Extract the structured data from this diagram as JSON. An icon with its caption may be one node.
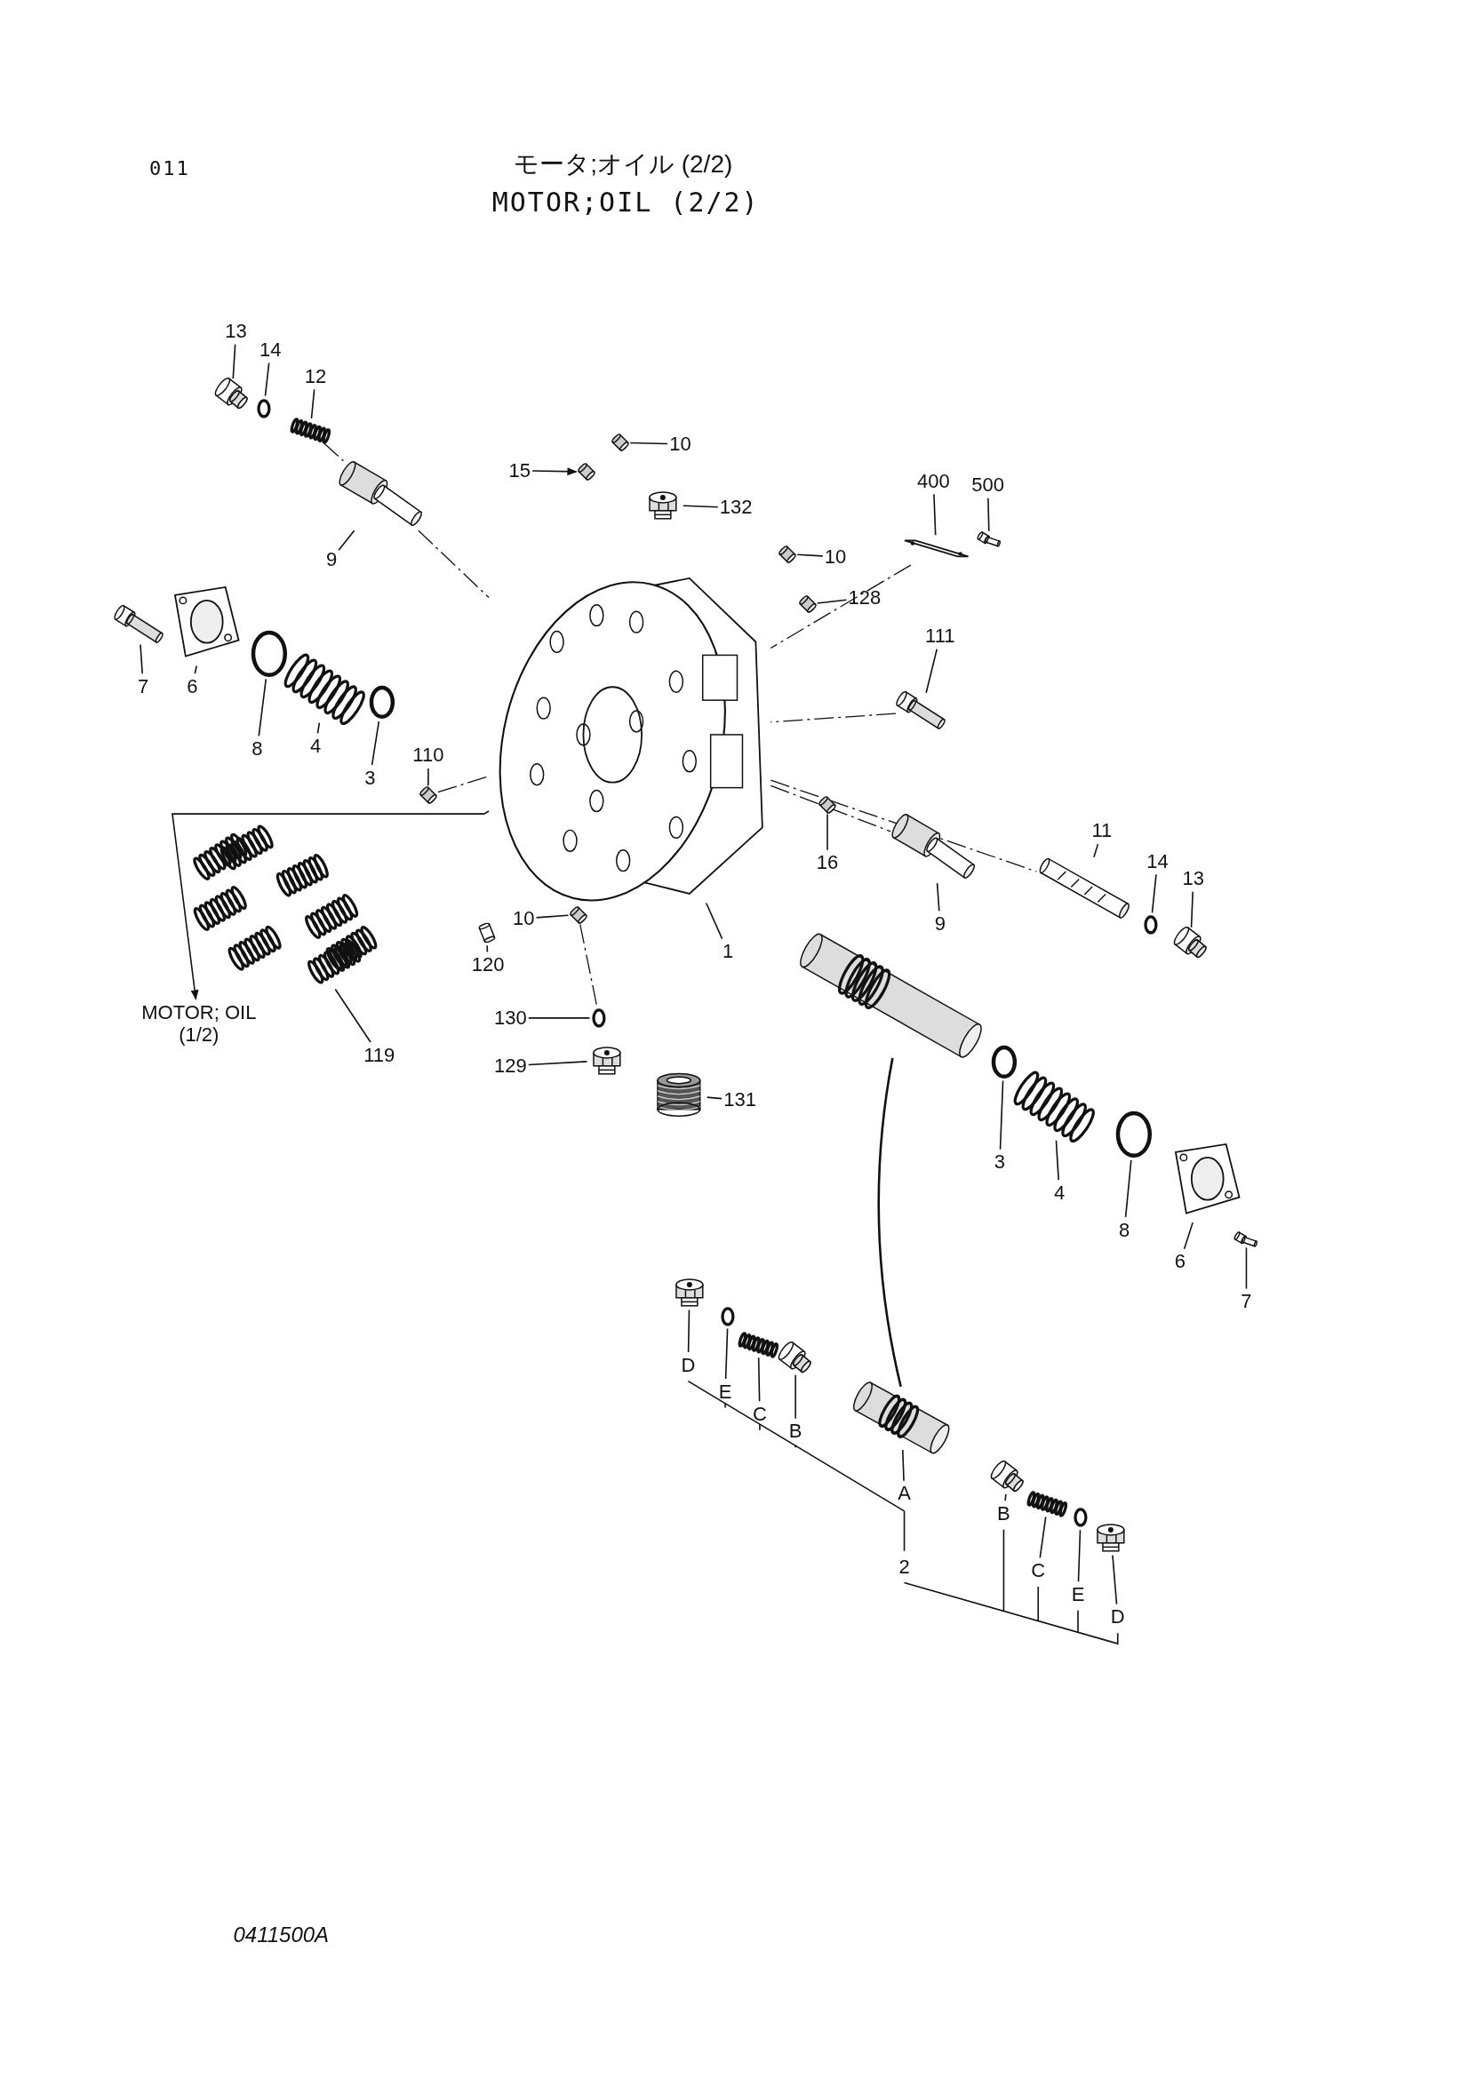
{
  "diagram": {
    "title": "モータ;オイル (2/2)",
    "nodes": [
      {
        "text": [
          "13"
        ]
      },
      {
        "text": [],
        "shape": "picture"
      },
      {
        "text": [
          "14"
        ]
      },
      {
        "text": [],
        "shape": "circle"
      },
      {
        "text": [
          "12"
        ]
      },
      {
        "text": [],
        "shape": "picture"
      },
      {
        "text": [
          "15"
        ]
      },
      {
        "text": [],
        "shape": "picture"
      },
      {
        "text": [
          "10"
        ]
      },
      {
        "text": [],
        "shape": "picture"
      },
      {
        "text": [
          "132"
        ]
      },
      {
        "text": [],
        "shape": "picture"
      },
      {
        "text": [
          "400"
        ]
      },
      {
        "text": [],
        "shape": "picture"
      },
      {
        "text": [
          "500"
        ]
      },
      {
        "text": [],
        "shape": "picture"
      },
      {
        "text": [
          "9"
        ]
      },
      {
        "text": [],
        "shape": "picture"
      },
      {
        "text": [
          "10"
        ]
      },
      {
        "text": [],
        "shape": "picture"
      },
      {
        "text": [
          "128"
        ]
      },
      {
        "text": [],
        "shape": "picture"
      },
      {
        "text": [
          "111"
        ]
      },
      {
        "text": [],
        "shape": "picture"
      },
      {
        "text": [
          "7"
        ]
      },
      {
        "text": [],
        "shape": "picture"
      },
      {
        "text": [
          "6"
        ]
      },
      {
        "text": [],
        "shape": "picture"
      },
      {
        "text": [
          "8"
        ]
      },
      {
        "text": [],
        "shape": "circle"
      },
      {
        "text": [
          "4"
        ]
      },
      {
        "text": [],
        "shape": "picture"
      },
      {
        "text": [
          "3"
        ]
      },
      {
        "text": [],
        "shape": "circle"
      },
      {
        "text": [
          "110"
        ]
      },
      {
        "text": [],
        "shape": "picture"
      },
      {
        "text": [
          "1"
        ]
      },
      {
        "text": [],
        "shape": "picture"
      },
      {
        "text": [
          "16"
        ]
      },
      {
        "text": [],
        "shape": "picture"
      },
      {
        "text": [
          "9"
        ]
      },
      {
        "text": [],
        "shape": "picture"
      },
      {
        "text": [
          "11"
        ]
      },
      {
        "text": [],
        "shape": "picture"
      },
      {
        "text": [
          "14"
        ]
      },
      {
        "text": [],
        "shape": "circle"
      },
      {
        "text": [
          "13"
        ]
      },
      {
        "text": [],
        "shape": "picture"
      },
      {
        "text": [
          "10"
        ]
      },
      {
        "text": [],
        "shape": "picture"
      },
      {
        "text": [
          "120"
        ]
      },
      {
        "text": [],
        "shape": "picture"
      },
      {
        "text": [
          "MOTOR; OIL (1/2)"
        ]
      },
      {
        "text": [
          "119"
        ]
      },
      {
        "text": [],
        "shape": "picture"
      },
      {
        "text": [
          "130"
        ]
      },
      {
        "text": [],
        "shape": "circle"
      },
      {
        "text": [
          "129"
        ]
      },
      {
        "text": [],
        "shape": "picture"
      },
      {
        "text": [
          "131"
        ]
      },
      {
        "text": [],
        "shape": "picture"
      },
      {
        "text": [],
        "shape": "picture"
      },
      {
        "text": [
          "3"
        ]
      },
      {
        "text": [],
        "shape": "circle"
      },
      {
        "text": [
          "4"
        ]
      },
      {
        "text": [],
        "shape": "picture"
      },
      {
        "text": [
          "8"
        ]
      },
      {
        "text": [],
        "shape": "circle"
      },
      {
        "text": [
          "6"
        ]
      },
      {
        "text": [],
        "shape": "picture"
      },
      {
        "text": [
          "7"
        ]
      },
      {
        "text": [],
        "shape": "picture"
      },
      {
        "text": [],
        "shape": "picture"
      },
      {
        "text": [],
        "shape": "circle"
      },
      {
        "text": [],
        "shape": "picture"
      },
      {
        "text": [],
        "shape": "picture"
      },
      {
        "text": [],
        "shape": "picture"
      },
      {
        "text": [],
        "shape": "picture"
      },
      {
        "text": [],
        "shape": "picture"
      },
      {
        "text": [],
        "shape": "circle"
      },
      {
        "text": [],
        "shape": "picture"
      },
      {
        "text": [
          "D"
        ]
      },
      {
        "text": [
          "E"
        ]
      },
      {
        "text": [
          "C"
        ]
      },
      {
        "text": [
          "B"
        ]
      },
      {
        "text": [
          "A"
        ]
      },
      {
        "text": [
          "B"
        ]
      },
      {
        "text": [
          "C"
        ]
      },
      {
        "text": [
          "E"
        ]
      },
      {
        "text": [
          "D"
        ]
      }
    ],
    "edges": [
      {
        "from": 0,
        "to": 1,
        "arrow": "none"
      },
      {
        "from": 2,
        "to": 3,
        "arrow": "none"
      },
      {
        "from": 4,
        "to": 5,
        "arrow": "none"
      },
      {
        "from": 6,
        "to": 7,
        "arrow": "to"
      },
      {
        "from": 8,
        "to": 9,
        "arrow": "none"
      },
      {
        "from": 10,
        "to": 11,
        "arrow": "none"
      },
      {
        "from": 12,
        "to": 13,
        "arrow": "none"
      },
      {
        "from": 14,
        "to": 15,
        "arrow": "none"
      },
      {
        "from": 16,
        "to": 17,
        "arrow": "none"
      },
      {
        "from": 18,
        "to": 19,
        "arrow": "none"
      },
      {
        "from": 20,
        "to": 21,
        "arrow": "none"
      },
      {
        "from": 22,
        "to": 23,
        "arrow": "none"
      },
      {
        "from": 24,
        "to": 25,
        "arrow": "none"
      },
      {
        "from": 26,
        "to": 27,
        "arrow": "none"
      },
      {
        "from": 28,
        "to": 29,
        "arrow": "none"
      },
      {
        "from": 30,
        "to": 31,
        "arrow": "none"
      },
      {
        "from": 32,
        "to": 33,
        "arrow": "none"
      },
      {
        "from": 34,
        "to": 35,
        "arrow": "none"
      },
      {
        "from": 36,
        "to": 37,
        "arrow": "none"
      },
      {
        "from": 38,
        "to": 39,
        "arrow": "none"
      },
      {
        "from": 40,
        "to": 41,
        "arrow": "none"
      },
      {
        "from": 42,
        "to": 43,
        "arrow": "none"
      },
      {
        "from": 44,
        "to": 45,
        "arrow": "none"
      },
      {
        "from": 46,
        "to": 47,
        "arrow": "none"
      },
      {
        "from": 48,
        "to": 49,
        "arrow": "none"
      },
      {
        "from": 50,
        "to": 51,
        "arrow": "none"
      },
      {
        "from": 37,
        "to": 52,
        "arrow": "to"
      },
      {
        "from": 53,
        "to": 54,
        "arrow": "none"
      },
      {
        "from": 55,
        "to": 56,
        "arrow": "none"
      },
      {
        "from": 57,
        "to": 58,
        "arrow": "none"
      },
      {
        "from": 59,
        "to": 60,
        "arrow": "none"
      },
      {
        "from": 62,
        "to": 63,
        "arrow": "none"
      },
      {
        "from": 64,
        "to": 65,
        "arrow": "none"
      },
      {
        "from": 66,
        "to": 67,
        "arrow": "none"
      },
      {
        "from": 68,
        "to": 69,
        "arrow": "none"
      },
      {
        "from": 70,
        "to": 71,
        "arrow": "none"
      },
      {
        "from": 61,
        "to": 76,
        "arrow": "none"
      },
      {
        "from": 81,
        "to": 72,
        "arrow": "none"
      },
      {
        "from": 82,
        "to": 73,
        "arrow": "none"
      },
      {
        "from": 83,
        "to": 74,
        "arrow": "none"
      },
      {
        "from": 84,
        "to": 75,
        "arrow": "none"
      },
      {
        "from": 85,
        "to": 76,
        "arrow": "none"
      },
      {
        "from": 86,
        "to": 77,
        "arrow": "none"
      },
      {
        "from": 87,
        "to": 78,
        "arrow": "none"
      },
      {
        "from": 88,
        "to": 79,
        "arrow": "none"
      },
      {
        "from": 89,
        "to": 80,
        "arrow": "none"
      },
      {
        "from": 5,
        "to": 17,
        "arrow": "none",
        "style": "dashed"
      },
      {
        "from": 17,
        "to": 37,
        "arrow": "none",
        "style": "dashed"
      },
      {
        "from": 13,
        "to": 37,
        "arrow": "none",
        "style": "dashed"
      },
      {
        "from": 23,
        "to": 37,
        "arrow": "none",
        "style": "dashed"
      },
      {
        "from": 37,
        "to": 43,
        "arrow": "none",
        "style": "dashed"
      },
      {
        "from": 37,
        "to": 41,
        "arrow": "none",
        "style": "dashed"
      },
      {
        "from": 35,
        "to": 37,
        "arrow": "none",
        "style": "dashed"
      },
      {
        "from": 49,
        "to": 56,
        "arrow": "none",
        "style": "dashed"
      }
    ],
    "labels": [
      "011",
      "MOTOR;OIL (2/2)",
      "2",
      "0411500A"
    ]
  }
}
